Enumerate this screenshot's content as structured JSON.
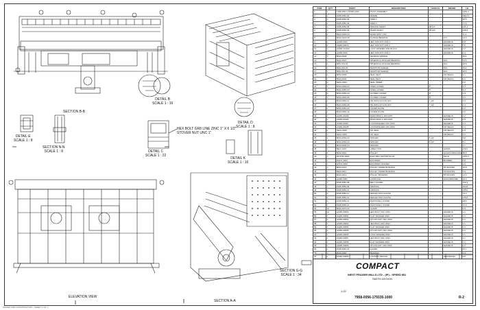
{
  "views": {
    "section_bb": "SECTION B-B",
    "detail_e": "DETAIL E\nSCALE 1 : 8",
    "section_nn": "SECTION N-N\nSCALE 1 : 8",
    "detail_b": "DETAIL B\nSCALE 1 : 16",
    "detail_c": "DETAIL C\nSCALE 1 : 22",
    "detail_d": "DETAIL D\nSCALE 1 : 8",
    "detail_k": "DETAIL K\nSCALE 1 : 16",
    "elevation": "ELEVATION VIEW",
    "section_aa": "SECTION A-A",
    "section_gg": "SECTION G-G\nSCALE 1 : 34"
  },
  "callouts": {
    "hex_bolt": "HEX BOLT GR8 LINE ZINC 1\" X 6 1/2\"",
    "stover_nut": "STOVER NUT UNC 1\""
  },
  "bom": {
    "headers": [
      "ITEM",
      "QTY",
      "PART#",
      "DESCRIPTION",
      "LENGTH",
      "BRAND",
      "LB"
    ],
    "rows": [
      [
        "1",
        "1",
        "7158-0057-179335-1000",
        "PIVOT ASSEMBLY",
        "",
        "",
        "2491.4"
      ],
      [
        "2",
        "1",
        "0038-0056-02",
        "FRAME",
        "",
        "",
        "ABL4.6"
      ],
      [
        "3",
        "1",
        "0038-0056-03",
        "STEP 1",
        "",
        "",
        "46.5"
      ],
      [
        "4",
        "2",
        "0038-0056-04",
        "STEP 2",
        "",
        "",
        "17.6"
      ],
      [
        "5",
        "2",
        "0038-0056-05",
        "DRIVING SHAFT",
        "48 1/2\"",
        "",
        "241.4"
      ],
      [
        "6",
        "1",
        "0038-0056-06",
        "IDLER SHAFT",
        "48 1/2\"",
        "",
        "218.3"
      ],
      [
        "7",
        "2",
        "B034-0020-03",
        "IDLER ASSY 1SO",
        "",
        "",
        "11.4"
      ],
      [
        "8",
        "1",
        "B034-0024-08",
        "FLANGE BEARING",
        "",
        "FYJ",
        "12.0"
      ],
      [
        "9",
        "1",
        "HARD-0022",
        "HEX JAM NUT UNF 2",
        "",
        "LEANEUS",
        "6.8"
      ],
      [
        "10",
        "2",
        "HARD-00010",
        "HEX JAM NUT UNF 2",
        "",
        "LEANEUS",
        "0.5"
      ],
      [
        "11",
        "1",
        "HARD-10-090",
        "LOCK WASHER SAE BLACK",
        "",
        "LEANEUS",
        "0.2"
      ],
      [
        "12",
        "4",
        "HARD-0010",
        "HEX JAM NUT UNF 2",
        "",
        "LEANEUS",
        "0.3"
      ],
      [
        "13",
        "1",
        "B034-0036",
        "TENSION SPRING",
        "",
        "",
        "35.1"
      ],
      [
        "14",
        "1",
        "B034-0037",
        "SPHERICAL ROLLER BEARING",
        "",
        "FAG",
        "51.6"
      ],
      [
        "15",
        "1",
        "BRG-001-01",
        "SPHERICAL ROLLER BEARING",
        "",
        "FAG",
        "28.8"
      ],
      [
        "16",
        "2",
        "BRG-001-02",
        "ADAPTOR SLEEVE",
        "",
        "FAG",
        "15.2"
      ],
      [
        "17",
        "1",
        "BRG-001-03",
        "ADAPTOR SLEEVE",
        "",
        "FAG",
        "28.8"
      ],
      [
        "18",
        "1",
        "B034-0039",
        "SEAL FELT",
        "",
        "CR SEALS",
        "0.1"
      ],
      [
        "19",
        "1",
        "B034-0040",
        "SEAL FELT",
        "",
        "CR SEALS",
        "0.1"
      ],
      [
        "20",
        "2",
        "SEAL-0001",
        "SEAL INNER",
        "",
        "",
        "0.2"
      ],
      [
        "21",
        "4",
        "B034-0050-02",
        "OPEN COVER",
        "8\"",
        "",
        "4.3"
      ],
      [
        "22",
        "2",
        "B034-0050-03",
        "OPEN COVER",
        "8\"",
        "",
        "3.3"
      ],
      [
        "23",
        "3",
        "B034-0050-04",
        "CLOSED COVER",
        "8\"",
        "",
        "4.3"
      ],
      [
        "24",
        "3",
        "B034-0050-05",
        "CLOSED COVER",
        "8\"",
        "",
        "3.3"
      ],
      [
        "25",
        "1",
        "B034-0050-07",
        "TIN WITH NYLON NUT",
        "7 1/4\"",
        "",
        "3.6"
      ],
      [
        "26",
        "2",
        "B034-0050-08",
        "TIN WITH NYLON NUT",
        "7 1/4\"",
        "",
        "4.3"
      ],
      [
        "27",
        "2",
        "B034-0050-09",
        "COVER PLATE",
        "",
        "",
        "0.2"
      ],
      [
        "28",
        "2",
        "B034-0050-10",
        "COVER PLATE",
        "",
        "",
        "0.5"
      ],
      [
        "29",
        "4",
        "HARD-00109",
        "SNAP RING 1-400 GRIT",
        "",
        "LEANEUS",
        "0.2"
      ],
      [
        "30",
        "2",
        "HARD-00106",
        "SNAP RING 1-400 GRIT",
        "",
        "LEANEUS",
        "0.3"
      ],
      [
        "31",
        "2",
        "HARD-00107",
        "LOCKWASHER UNC ZINC",
        "",
        "LEANEUS",
        "0.4"
      ],
      [
        "32",
        "2",
        "HARD-00108",
        "LOCKWASHER UNC ZINC",
        "",
        "CR SEALS",
        "0.3"
      ],
      [
        "33",
        "2",
        "SEAL-0002",
        "OIL SEAL",
        "",
        "CR SEALS",
        "0.3"
      ],
      [
        "34",
        "2",
        "SEAL-0003",
        "OIL SEAL",
        "",
        "CR SEALS",
        "0.3"
      ],
      [
        "35",
        "3",
        "B034-0054-02",
        "SPACER",
        "6 1/2\"",
        "",
        "5.8"
      ],
      [
        "36",
        "2",
        "B034-0054-03",
        "SPACER",
        "6 1/2\"",
        "",
        "5.1"
      ],
      [
        "37",
        "1",
        "B034-0054-04",
        "SPACER",
        "",
        "",
        "2.7"
      ],
      [
        "38",
        "1",
        "BELT-0107",
        "V-BELT 5VP",
        "",
        "GATES",
        "270.0"
      ],
      [
        "39",
        "3",
        "B032-0001",
        "PULLEY",
        "",
        "QUADCOMACHINE",
        "88.0"
      ],
      [
        "40",
        "1",
        "MOTOR-0002",
        "ELECTRIC MOTOR 50 HP",
        "",
        "TECO",
        "1057.0"
      ],
      [
        "41",
        "1",
        "ENCO-0001",
        "ENCODER",
        "",
        "BAUMER",
        "8.8"
      ],
      [
        "42",
        "1",
        "ENCO-0002",
        "ENCODER HOLDER",
        "",
        "",
        "0.9"
      ],
      [
        "43",
        "1",
        "B034-0010",
        "PULLEY TAPER BUSHING",
        "",
        "TB WOODS",
        "29.8"
      ],
      [
        "44",
        "1",
        "B034-0011",
        "PULLEY TAPER BUSHING",
        "",
        "TB WOODS",
        "3.6"
      ],
      [
        "45",
        "1",
        "B034-0013",
        "PULLEY BUSHING",
        "",
        "TB WOODS",
        "14.4"
      ],
      [
        "46",
        "1",
        "HARD-0060",
        "COUPLING",
        "",
        "DODGEFRAME",
        "19.0"
      ],
      [
        "47",
        "1",
        "0038-0056-08",
        "BELT GUARD",
        "",
        "",
        "160.3"
      ],
      [
        "48",
        "1",
        "0038-0056-09",
        "GRATING",
        "",
        "",
        "204.8"
      ],
      [
        "49",
        "1",
        "0038-0056-10",
        "GRATING",
        "",
        "",
        "159.6"
      ],
      [
        "50",
        "2",
        "0038-0056-11",
        "DEFLECTION CHUTE",
        "",
        "",
        "74.4"
      ],
      [
        "51",
        "2",
        "0038-0056-12",
        "DEFLECTION CHUTE",
        "",
        "",
        "175.8"
      ],
      [
        "52",
        "1",
        "0038-0056-13",
        "PHOTOCELL STAND",
        "",
        "",
        "28.6"
      ],
      [
        "53",
        "1",
        "0038-0056-14",
        "PHOTOCELL STAND",
        "",
        "",
        "14.0"
      ],
      [
        "54",
        "12",
        "B034-0070-03",
        "CLAMP",
        "",
        "",
        "0.9"
      ],
      [
        "55",
        "12",
        "HARD-00050",
        "HEX BOLT UNC ZINC",
        "",
        "LEANEUS",
        "0.1"
      ],
      [
        "56",
        "4",
        "HARD-00051",
        "FLAT WASHER ZINC",
        "",
        "LEANEUS",
        "0.1"
      ],
      [
        "57",
        "4",
        "HARD-00052",
        "NYLON NUT UNC ZINC",
        "",
        "LEANEUS",
        "0.1"
      ],
      [
        "58",
        "4",
        "HARD-00053",
        "HEX BOLT UNC ZINC",
        "",
        "LEANEUS",
        "0.1"
      ],
      [
        "59",
        "4",
        "HARD-00054",
        "FLAT WASHER ZINC",
        "",
        "LEANEUS",
        "0.1"
      ],
      [
        "60",
        "4",
        "HARD-00055",
        "NYLON NUT UNC ZINC",
        "",
        "LEANEUS",
        "0.1"
      ],
      [
        "61",
        "4",
        "HARD-00056",
        "LOCK WASHER ZINC",
        "",
        "LEANEUS",
        "0.1"
      ],
      [
        "62",
        "4",
        "HARD-00057",
        "HEX BOLT UNC ZINC",
        "",
        "LEANEUS",
        "0.1"
      ],
      [
        "63",
        "4",
        "HARD-00058",
        "FLAT WASHER ZINC",
        "",
        "LEANEUS",
        "0.1"
      ],
      [
        "64",
        "4",
        "HARD-00059",
        "NYLON NUT UNC ZINC",
        "",
        "LEANEUS",
        "0.1"
      ],
      [
        "65",
        "1",
        "0038-0056-15",
        "GUARD",
        "",
        "",
        "33.7"
      ],
      [
        "66",
        "1",
        "B034-0090",
        "BEARING",
        "",
        "",
        "0.4"
      ],
      [
        "67",
        "1",
        "HARD-00090",
        "LOCKING DEVICE",
        "",
        "HOFFMANN",
        "8.8"
      ]
    ]
  },
  "title_block": {
    "logo": "COMPACT",
    "company": "WEST FRASER MILLS LTD - (IP) - SPEED IB1",
    "project": "SMITH DESIGN",
    "sheet": "1:22",
    "drawing_number": "7958-0056-179335-1000",
    "revision": "R-2"
  },
  "footer": "ISSUED FOR CONSTRUCTION - SHEET 1 OF 1"
}
